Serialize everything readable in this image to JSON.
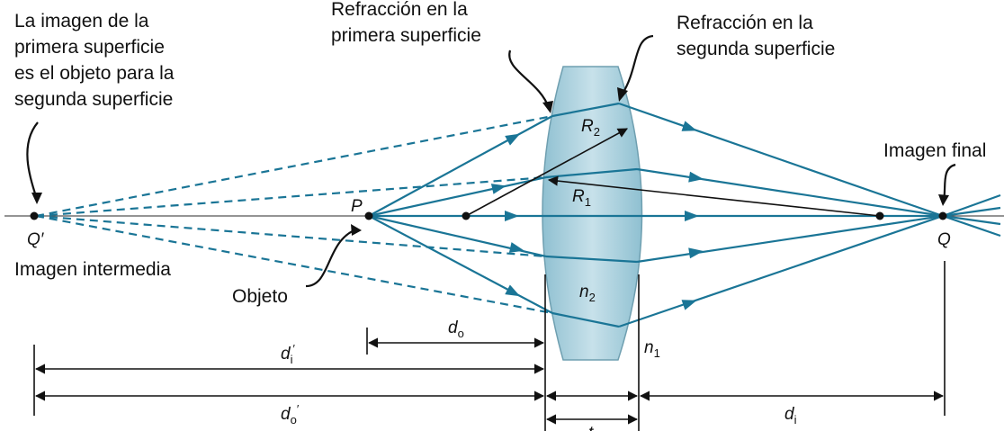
{
  "labels": {
    "first_image_line1": "La imagen de la",
    "first_image_line2": "primera superficie",
    "first_image_line3": "es el objeto para la",
    "first_image_line4": "segunda superficie",
    "refraction1_line1": "Refracción en la",
    "refraction1_line2": "primera superficie",
    "refraction2_line1": "Refracción en la",
    "refraction2_line2": "segunda superficie",
    "final_image": "Imagen final",
    "intermediate_image": "Imagen intermedia",
    "object": "Objeto"
  },
  "symbols": {
    "q_prime": "Q′",
    "p": "P",
    "q": "Q",
    "r2": "R",
    "r2_sub": "2",
    "r1": "R",
    "r1_sub": "1",
    "n2": "n",
    "n2_sub": "2",
    "n1": "n",
    "n1_sub": "1",
    "d_o": "d",
    "d_o_sub": "o",
    "d_i_prime": "d",
    "d_i_prime_sub": "i",
    "d_i_prime_mark": "′",
    "d_o_prime": "d",
    "d_o_prime_sub": "o",
    "d_o_prime_mark": "′",
    "d_i": "d",
    "d_i_sub": "i",
    "t": "t"
  },
  "colors": {
    "ray": "#1a7596",
    "lens_fill": "#a9cfdb",
    "lens_stroke": "#6f9fb0",
    "line": "#111111"
  }
}
